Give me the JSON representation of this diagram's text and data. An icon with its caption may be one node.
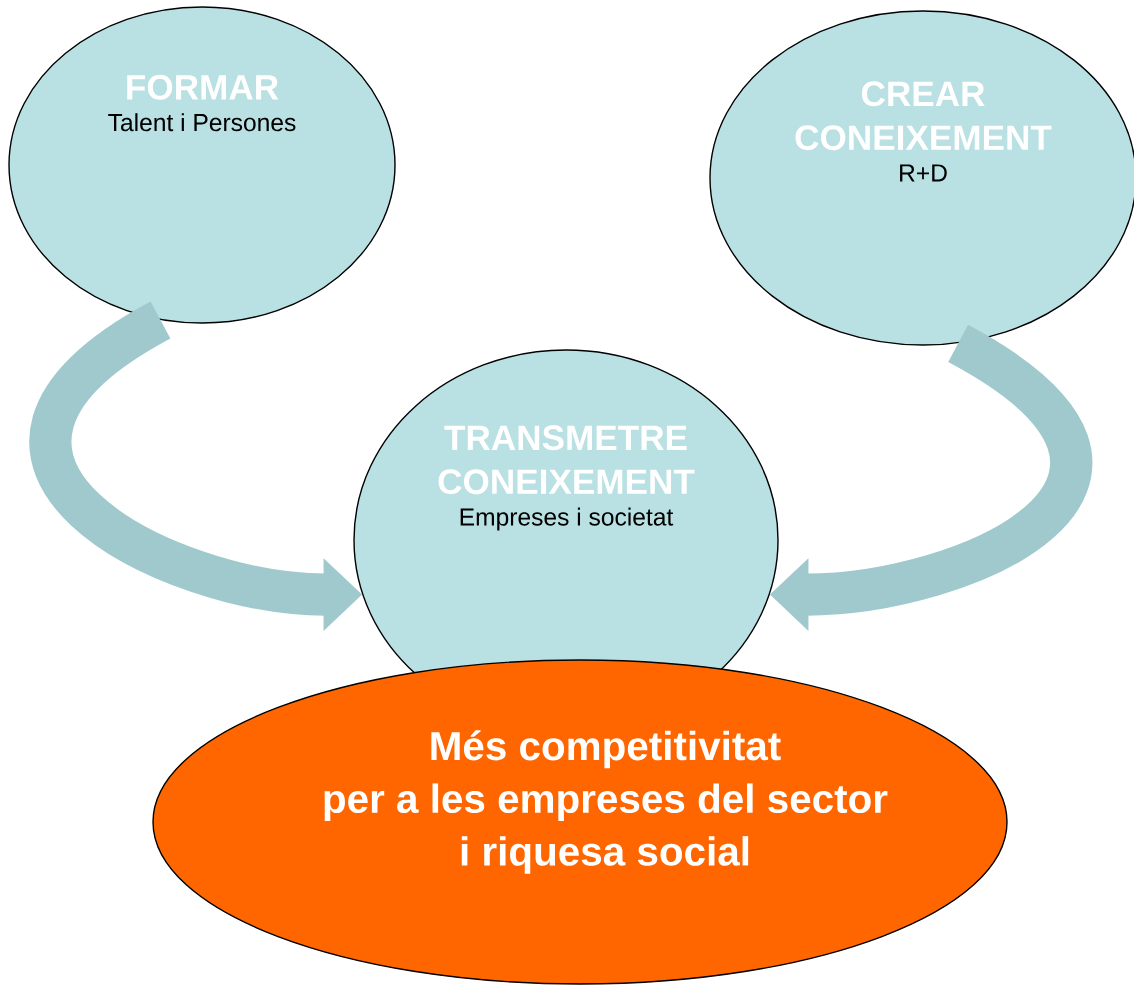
{
  "diagram": {
    "nodes": [
      {
        "text": [
          "FORMAR",
          "Talent i Persones"
        ]
      },
      {
        "text": [
          "CREAR CONEIXEMENT",
          "R+D"
        ]
      },
      {
        "text": [
          "TRANSMETRE CONEIXEMENT",
          "Empreses i societat"
        ]
      },
      {
        "text": [
          "Més competitivitat per a les empreses del sector i riquesa social"
        ]
      }
    ],
    "edges": [
      {
        "from": 0,
        "to": 2,
        "arrow": "to"
      },
      {
        "from": 1,
        "to": 2,
        "arrow": "to"
      }
    ]
  }
}
